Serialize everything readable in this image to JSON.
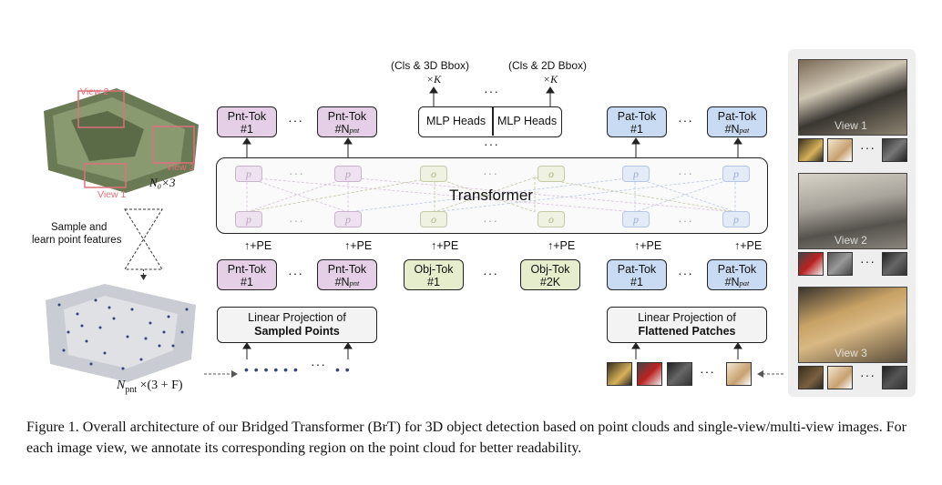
{
  "labels": {
    "view1": "View 1",
    "view2": "View 2",
    "view3": "View 3",
    "n0": "N₀×3",
    "sample": "Sample and",
    "learn": "learn point features",
    "npnt_dims": "N",
    "npnt_sub": "pnt",
    "npnt_rest": " ×(3 + F)",
    "transformer": "Transformer",
    "pe": "↑+PE",
    "cls3d": "(Cls & 3D Bbox)",
    "cls2d": "(Cls & 2D Bbox)",
    "timesK": "×K",
    "mlp_heads": "MLP Heads"
  },
  "tokens": {
    "pnt_tok": "Pnt-Tok",
    "pat_tok": "Pat-Tok",
    "obj_tok": "Obj-Tok",
    "num1": "#1",
    "num_n": "#N",
    "sub_pnt": "pnt",
    "sub_pat": "pat",
    "num_2k": "#2K"
  },
  "projections": {
    "left_line1": "Linear Projection of",
    "left_line2": "Sampled Points",
    "right_line1": "Linear Projection of",
    "right_line2": "Flattened Patches"
  },
  "caption": "Figure 1. Overall architecture of our Bridged Transformer (BrT) for 3D object detection based on point clouds and single-view/multi-view images. For each image view, we annotate its corresponding region on the point cloud for better readability.",
  "colors": {
    "pnt": "#e4cfe6",
    "pat": "#c9daf3",
    "obj": "#e6edcc",
    "view_box": "#e0707a"
  }
}
